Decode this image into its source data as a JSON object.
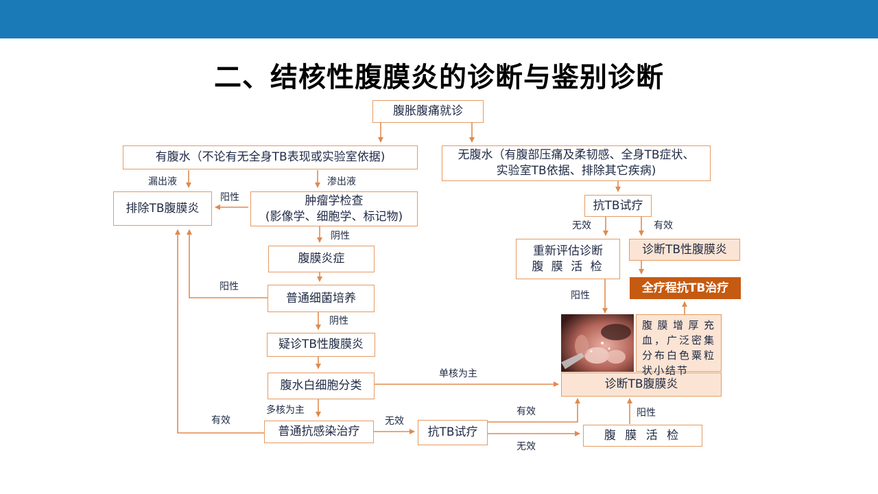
{
  "slide": {
    "title": "二、结核性腹膜炎的诊断与鉴别诊断"
  },
  "nodes": {
    "start": "腹胀腹痛就诊",
    "ascites": "有腹水（不论有无全身TB表现或实验室依据)",
    "no_ascites_1": "无腹水（有腹部压痛及柔韧感、全身TB症状、",
    "no_ascites_2": "实验室TB依据、排除其它疾病)",
    "exclude_tb": "排除TB腹膜炎",
    "tumor_1": "肿瘤学检查",
    "tumor_2": "(影像学、细胞学、标记物)",
    "peritonitis": "腹膜炎症",
    "culture": "普通细菌培养",
    "suspect_tb": "疑诊TB性腹膜炎",
    "wbc_class": "腹水白细胞分类",
    "anti_infect": "普通抗感染治疗",
    "anti_tb_trial_bottom": "抗TB试疗",
    "biopsy_bottom": "腹 膜 活 检",
    "anti_tb_trial_top": "抗TB试疗",
    "reassess_1": "重新评估诊断",
    "reassess_2": "腹 膜 活 检",
    "diagnose_tb_top": "诊断TB性腹膜炎",
    "full_treatment": "全疗程抗TB治疗",
    "diagnose_tb_mid": "诊断TB腹膜炎",
    "finding_note": "腹膜增厚充血，广泛密集分布白色粟粒状小结节"
  },
  "edge_labels": {
    "transudate": "漏出液",
    "exudate": "渗出液",
    "positive_tumor": "阳性",
    "negative_tumor": "阴性",
    "positive_culture": "阳性",
    "negative_culture": "阴性",
    "mononuclear": "单核为主",
    "polynuclear": "多核为主",
    "effective_infect": "有效",
    "ineffective_infect": "无效",
    "effective_trial_bottom": "有效",
    "ineffective_trial_bottom": "无效",
    "positive_biopsy_bottom": "阳性",
    "ineffective_trial_top": "无效",
    "effective_trial_top": "有效",
    "positive_reassess": "阳性"
  },
  "colors": {
    "topbar": "#1a7ab8",
    "arrow": "#e08a4f",
    "box_border": "#e39a63",
    "tint_fill": "#fbe4d4",
    "emphasis_fill": "#c55a11"
  }
}
